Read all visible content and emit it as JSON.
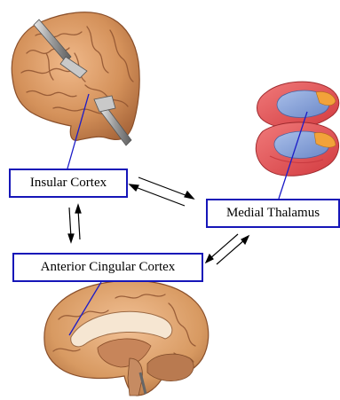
{
  "nodes": {
    "insular_cortex": "Insular Cortex",
    "medial_thalamus": "Medial Thalamus",
    "anterior_cingular_cortex": "Anterior Cingular Cortex"
  },
  "images": {
    "top_left": "brain-lateral-view-with-retractors",
    "right": "thalamus-illustration",
    "bottom": "brain-sagittal-view"
  },
  "colors": {
    "box_border": "#1616b8",
    "pointer_line": "#1c1cc8",
    "arrow": "#000000",
    "brain": "#d4915a",
    "thalamus_red": "#e8484e",
    "thalamus_blue": "#7f9bd6",
    "thalamus_orange": "#f2a23a"
  },
  "edges": [
    {
      "from": "insular_cortex",
      "to": "medial_thalamus",
      "direction": "bidirectional"
    },
    {
      "from": "insular_cortex",
      "to": "anterior_cingular_cortex",
      "direction": "bidirectional"
    },
    {
      "from": "anterior_cingular_cortex",
      "to": "medial_thalamus",
      "direction": "bidirectional"
    }
  ]
}
